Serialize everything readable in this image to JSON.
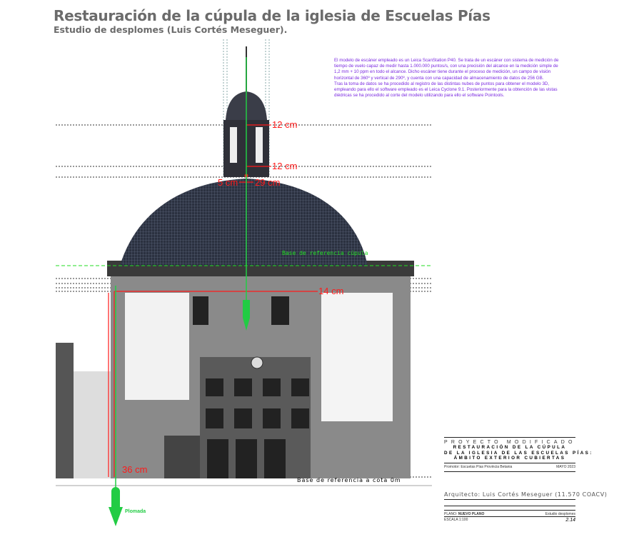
{
  "header": {
    "title": "Restauración de la cúpula de la iglesia de Escuelas Pías",
    "subtitle": "Estudio de desplomes (Luis Cortés Meseguer)."
  },
  "description": {
    "paragraph1": "El modelo de escáner empleado es un Leica ScanStation P40. Se trata de un escáner con sistema de medición de tiempo de vuelo capaz de medir hasta 1.000.000 puntos/s, con una precisión del alcance en la medición simple de 1,2 mm + 10 ppm en todo el alcance. Dicho escáner tiene durante el proceso de medición, un campo de visión horizontal de 360º y vertical de 290º, y cuenta con una capacidad de almacenamiento de datos de 256 GB.",
    "paragraph2": "Tras la toma de datos se ha procedido al registro de las distintas nubes de puntos para obtener el modelo 3D, empleando para ello el software empleado es el Leica Cyclone 9.1. Posteriormente para la obtención de las vistas diédricas se ha procedido al corte del modelo  utilizando para ello el software Pointools."
  },
  "drawing": {
    "measurements": {
      "lantern_top": "12 cm",
      "lantern_base": "12 cm",
      "dome_left": "5 cm",
      "dome_right": "29 cm",
      "cornice": "14 cm",
      "ground": "36 cm"
    },
    "labels": {
      "dome_reference": "Base de referencia cúpula",
      "ground_reference": "Base de referencia a cota 0m",
      "plumb": "Plomada"
    },
    "colors": {
      "measure": "#ff1a1a",
      "plumb": "#22cc44",
      "description": "#7a28e0"
    }
  },
  "title_block": {
    "project_type": "PROYECTO MODIFICADO",
    "project_line1": "RESTAURACIÓN DE LA CÚPULA",
    "project_line2": "DE LA IGLESIA DE LAS ESCUELAS PÍAS:",
    "project_line3": "ÁMBITO EXTERIOR CUBIERTAS",
    "promoter": "Promotor: Escuelas Pías Provincia Betania",
    "date": "MAYO 2023",
    "architect": "Arquitecto: Luis Cortés Meseguer (11.570 COACV)",
    "plan_label": "PLANO:",
    "plan_value": "NUEVO PLANO",
    "plan_name": "Estudio desplomes",
    "scale": "ESCALA 1:100",
    "sheet": "2.14"
  }
}
